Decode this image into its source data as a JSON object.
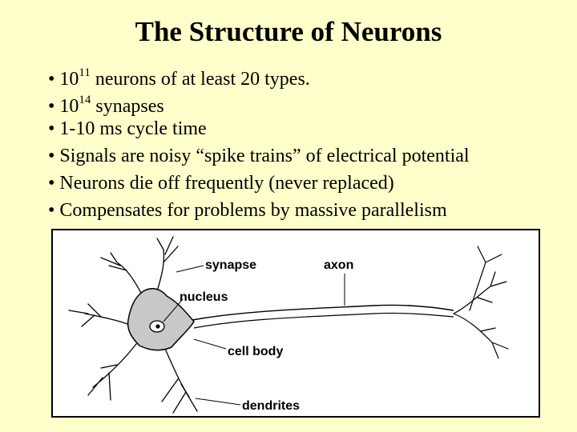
{
  "slide": {
    "title": "The Structure of Neurons",
    "bullet_symbol": "•",
    "bullets": [
      {
        "pre": "10",
        "sup": "11",
        "post": " neurons of at least 20 types."
      },
      {
        "pre": "10",
        "sup": "14",
        "post": " synapses"
      },
      {
        "pre": "1-10 ms cycle time",
        "sup": "",
        "post": ""
      },
      {
        "pre": "Signals are noisy “spike trains” of electrical potential",
        "sup": "",
        "post": ""
      },
      {
        "pre": "Neurons die off frequently (never replaced)",
        "sup": "",
        "post": ""
      },
      {
        "pre": "Compensates for problems by massive parallelism",
        "sup": "",
        "post": ""
      }
    ]
  },
  "figure": {
    "labels": {
      "synapse": "synapse",
      "axon": "axon",
      "nucleus": "nucleus",
      "cell_body": "cell body",
      "dendrites": "dendrites"
    }
  },
  "colors": {
    "background": "#ffffcc",
    "cell_fill": "#c8c8c8"
  }
}
